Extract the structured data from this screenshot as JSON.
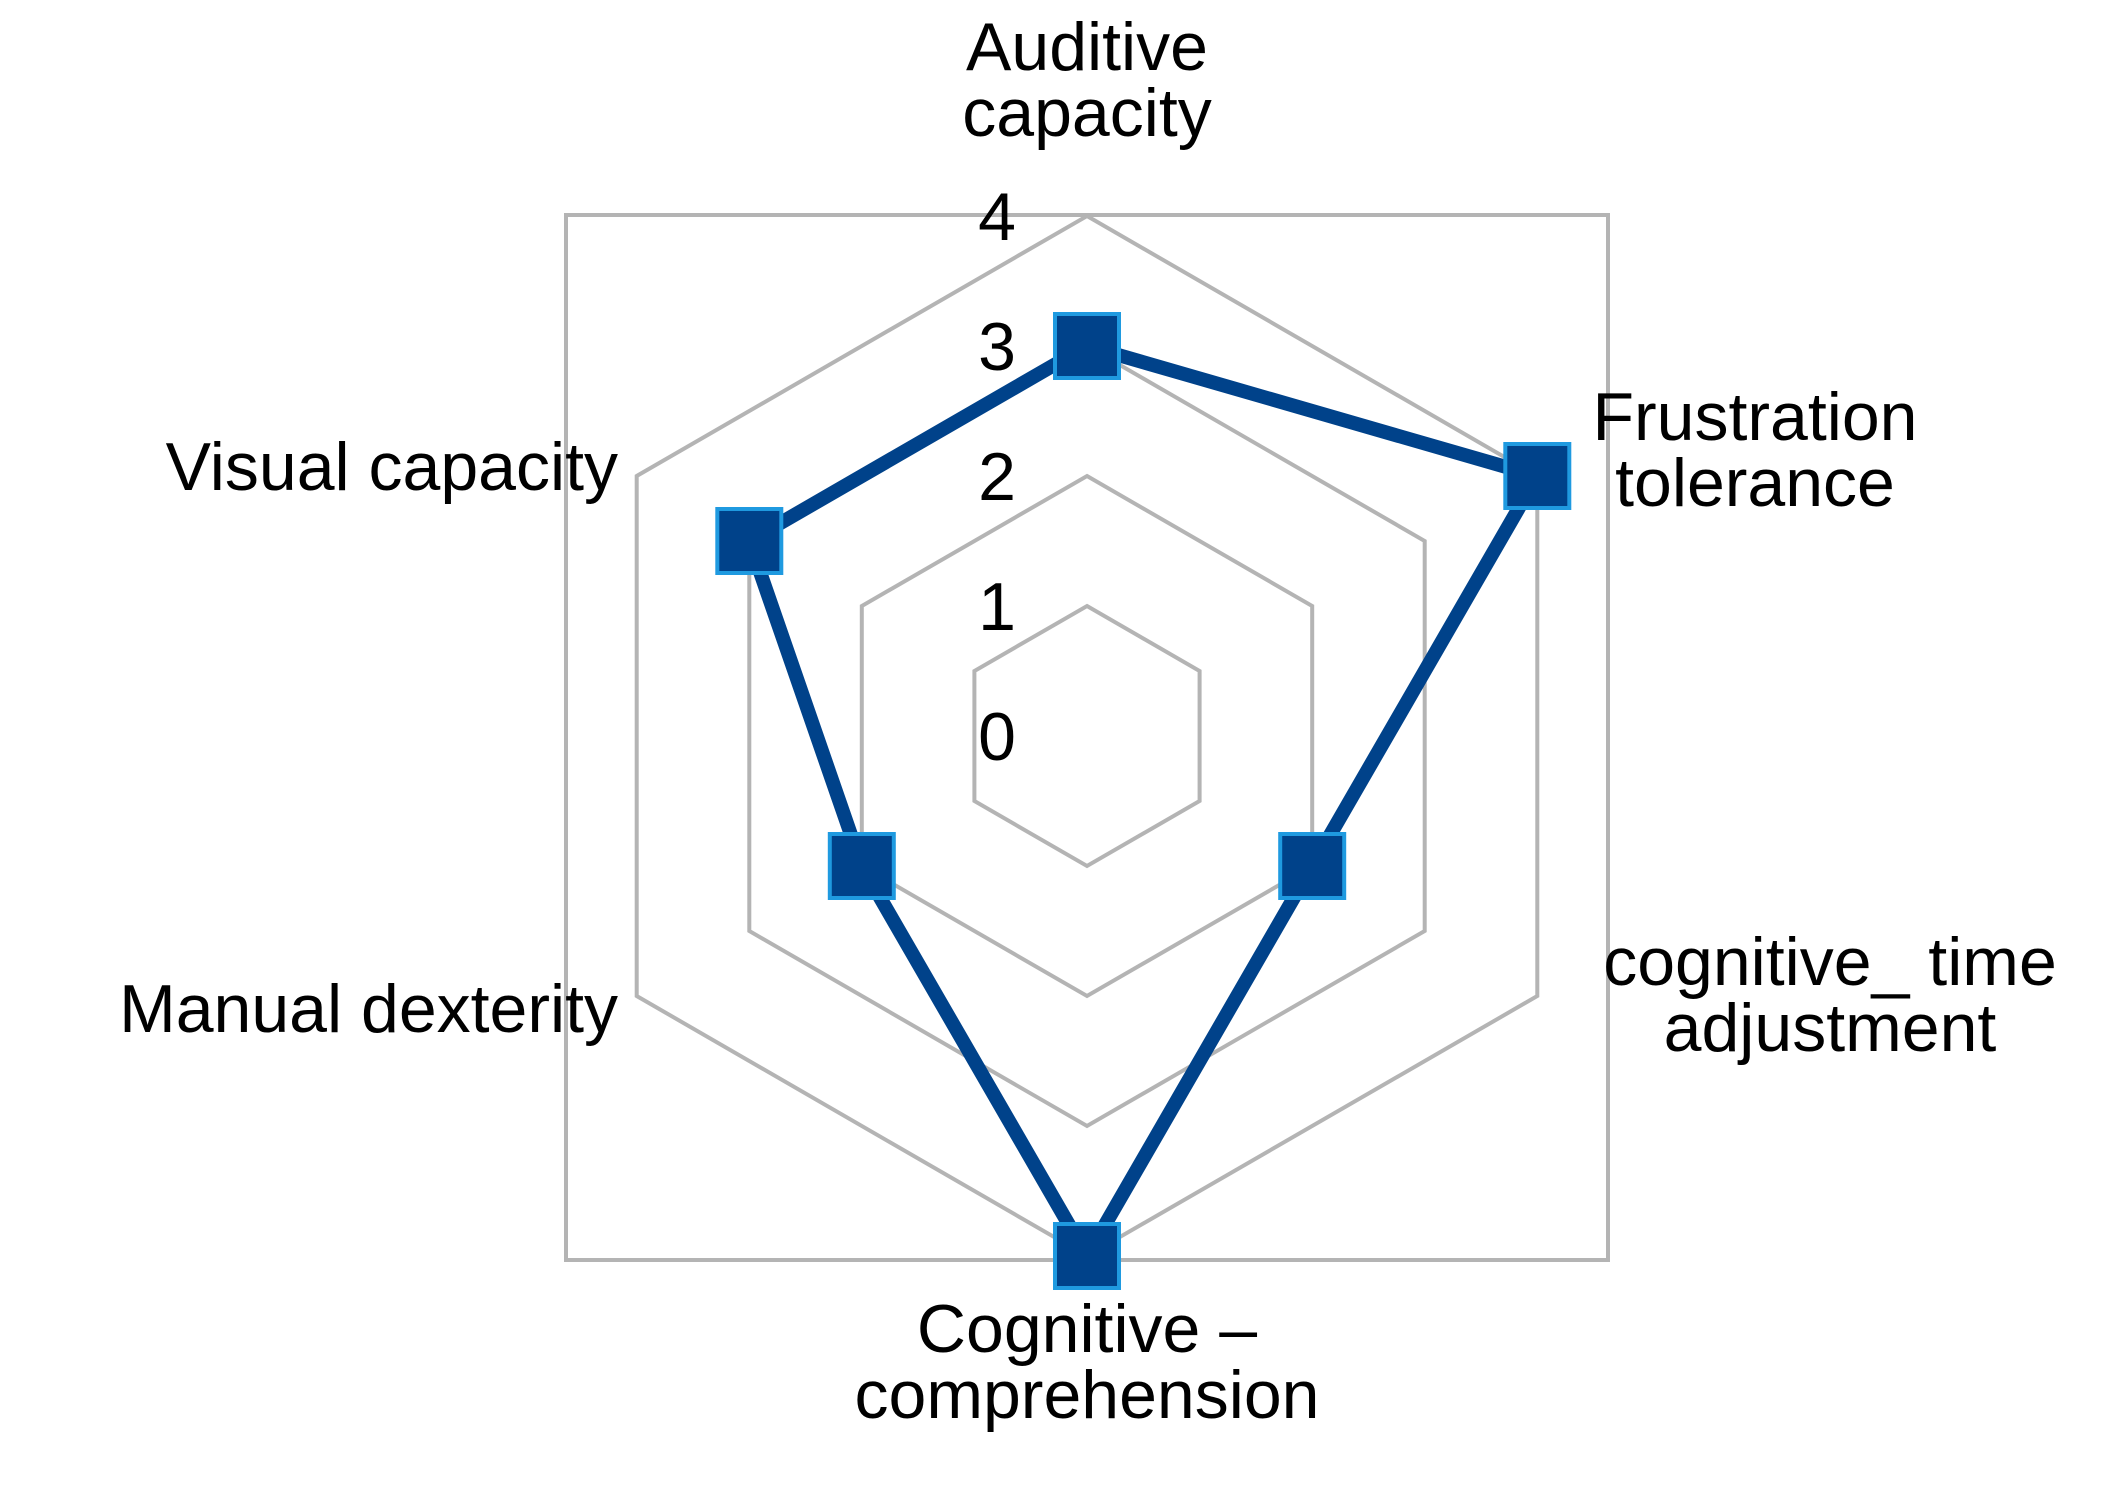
{
  "chart_data": {
    "type": "radar",
    "title": "",
    "categories": [
      [
        "Auditive",
        "capacity"
      ],
      [
        "Frustration",
        "tolerance"
      ],
      [
        "cognitive_ time",
        "adjustment"
      ],
      [
        "Cognitive –",
        "comprehension"
      ],
      [
        "Manual dexterity"
      ],
      [
        "Visual capacity"
      ]
    ],
    "ticks": [
      "0",
      "1",
      "2",
      "3",
      "4"
    ],
    "range": [
      0,
      4
    ],
    "grid": true,
    "series": [
      {
        "values": [
          3,
          4,
          2,
          4,
          2,
          3
        ]
      }
    ]
  },
  "colors": {
    "grid": "#b4b4b4",
    "series_line": "#00428a",
    "marker_fill": "#00428a",
    "marker_edge": "#1f9ae0"
  }
}
